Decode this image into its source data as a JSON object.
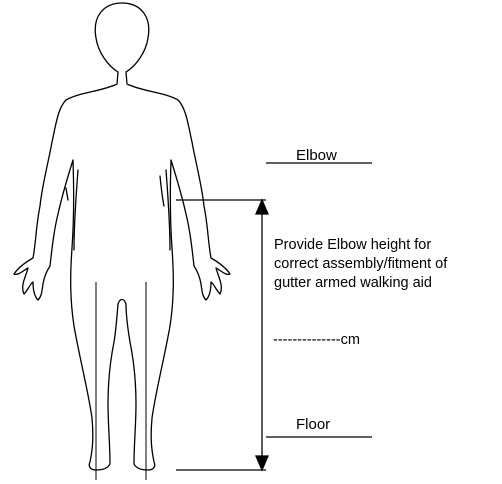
{
  "labels": {
    "elbow": "Elbow",
    "floor": "Floor"
  },
  "instruction": {
    "lines": [
      "Provide Elbow height for",
      "correct assembly/fitment of",
      "gutter armed walking aid"
    ]
  },
  "measurement_field": {
    "text": "--------------cm"
  },
  "colors": {
    "line": "#000000",
    "background": "#ffffff"
  }
}
